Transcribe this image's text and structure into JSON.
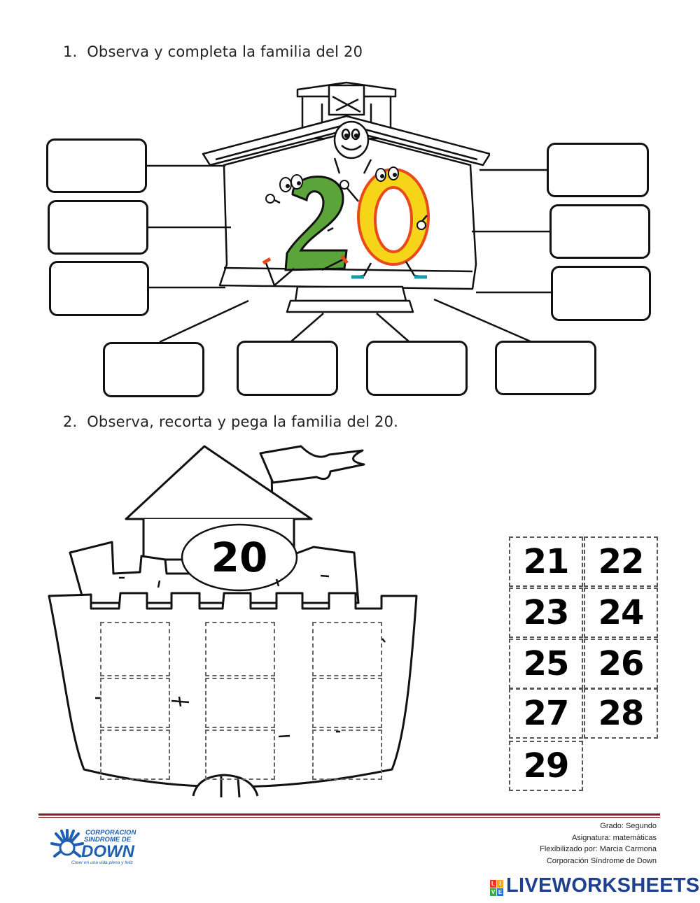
{
  "section1": {
    "number": "1.",
    "title": "Observa y completa la familia del 20"
  },
  "section2": {
    "number": "2.",
    "title": "Observa, recorta y pega la familia del 20."
  },
  "school_number": {
    "digit1": "2",
    "digit2": "0"
  },
  "castle_number": "20",
  "cards": [
    "21",
    "22",
    "23",
    "24",
    "25",
    "26",
    "27",
    "28",
    "29"
  ],
  "footer": {
    "grade": "Grado: Segundo",
    "subject": "Asignatura: matemáticas",
    "adapted_by": "Flexibilizado por: Marcia Carmona",
    "org": "Corporación Síndrome de Down"
  },
  "logo": {
    "line1": "CORPORACION",
    "line2": "SINDROME DE",
    "line3": "DOWN",
    "tagline": "Creer en una vida plena y feliz"
  },
  "brand": {
    "tiles": [
      "L",
      "I",
      "V",
      "E"
    ],
    "name": "LIVEWORKSHEETS"
  },
  "colors": {
    "green": "#5aa43a",
    "yellow": "#f5d41a",
    "orange": "#e84a1c",
    "footer_line": "#8a1c1c",
    "logo_blue": "#1d5fb0"
  }
}
